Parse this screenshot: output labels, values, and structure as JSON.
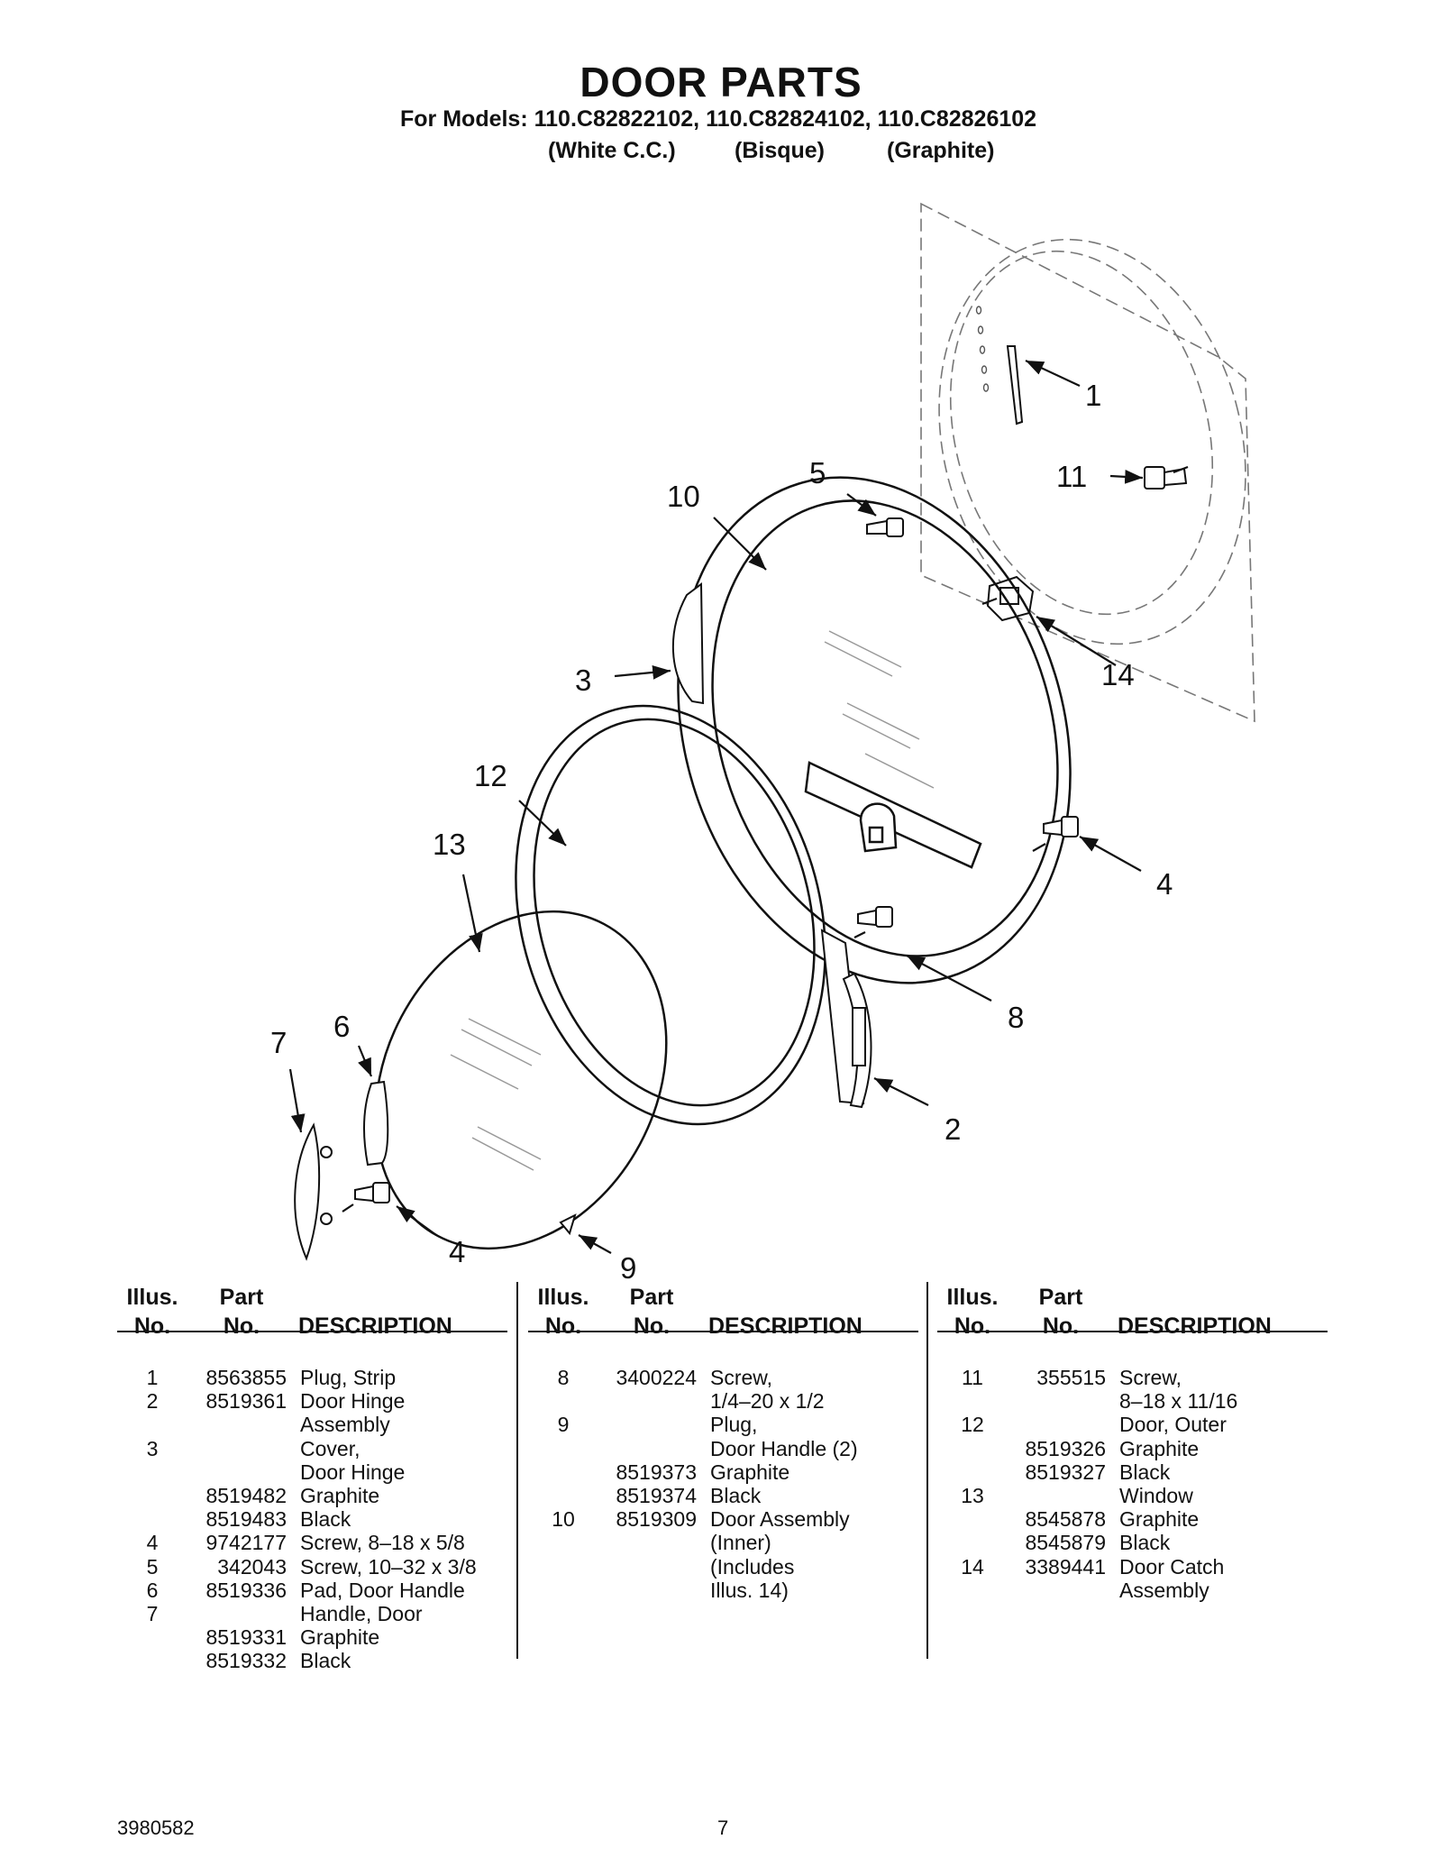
{
  "header": {
    "title": "DOOR PARTS",
    "models": "For Models: 110.C82822102, 110.C82824102, 110.C82826102",
    "variants": [
      "(White C.C.)",
      "(Bisque)",
      "(Graphite)"
    ]
  },
  "callouts": [
    "1",
    "2",
    "3",
    "4",
    "4",
    "5",
    "6",
    "7",
    "8",
    "9",
    "10",
    "11",
    "12",
    "13",
    "14"
  ],
  "table_headers": {
    "illus_1": "Illus.",
    "illus_2": "No.",
    "part_1": "Part",
    "part_2": "No.",
    "desc": "DESCRIPTION"
  },
  "columns": [
    [
      {
        "num": "1",
        "part": "8563855",
        "desc": "Plug, Strip"
      },
      {
        "num": "2",
        "part": "8519361",
        "desc": "Door Hinge"
      },
      {
        "num": "",
        "part": "",
        "desc": "Assembly"
      },
      {
        "num": "3",
        "part": "",
        "desc": "Cover,"
      },
      {
        "num": "",
        "part": "",
        "desc": "Door Hinge"
      },
      {
        "num": "",
        "part": "8519482",
        "desc": "Graphite"
      },
      {
        "num": "",
        "part": "8519483",
        "desc": "Black"
      },
      {
        "num": "4",
        "part": "9742177",
        "desc": "Screw, 8–18 x 5/8"
      },
      {
        "num": "5",
        "part": "342043",
        "desc": "Screw, 10–32 x 3/8"
      },
      {
        "num": "6",
        "part": "8519336",
        "desc": "Pad, Door Handle"
      },
      {
        "num": "7",
        "part": "",
        "desc": "Handle, Door"
      },
      {
        "num": "",
        "part": "8519331",
        "desc": "Graphite"
      },
      {
        "num": "",
        "part": "8519332",
        "desc": "Black"
      }
    ],
    [
      {
        "num": "8",
        "part": "3400224",
        "desc": "Screw,"
      },
      {
        "num": "",
        "part": "",
        "desc": "1/4–20 x 1/2"
      },
      {
        "num": "9",
        "part": "",
        "desc": "Plug,"
      },
      {
        "num": "",
        "part": "",
        "desc": "Door Handle (2)"
      },
      {
        "num": "",
        "part": "8519373",
        "desc": "Graphite"
      },
      {
        "num": "",
        "part": "8519374",
        "desc": "Black"
      },
      {
        "num": "10",
        "part": "8519309",
        "desc": "Door Assembly"
      },
      {
        "num": "",
        "part": "",
        "desc": "(Inner)"
      },
      {
        "num": "",
        "part": "",
        "desc": "(Includes"
      },
      {
        "num": "",
        "part": "",
        "desc": " Illus. 14)"
      }
    ],
    [
      {
        "num": "11",
        "part": "355515",
        "desc": "Screw,"
      },
      {
        "num": "",
        "part": "",
        "desc": "8–18 x 11/16"
      },
      {
        "num": "12",
        "part": "",
        "desc": "Door, Outer"
      },
      {
        "num": "",
        "part": "8519326",
        "desc": "Graphite"
      },
      {
        "num": "",
        "part": "8519327",
        "desc": "Black"
      },
      {
        "num": "13",
        "part": "",
        "desc": "Window"
      },
      {
        "num": "",
        "part": "8545878",
        "desc": "Graphite"
      },
      {
        "num": "",
        "part": "8545879",
        "desc": "Black"
      },
      {
        "num": "14",
        "part": "3389441",
        "desc": "Door Catch"
      },
      {
        "num": "",
        "part": "",
        "desc": "Assembly"
      }
    ]
  ],
  "footer": {
    "doc_number": "3980582",
    "page_number": "7"
  }
}
